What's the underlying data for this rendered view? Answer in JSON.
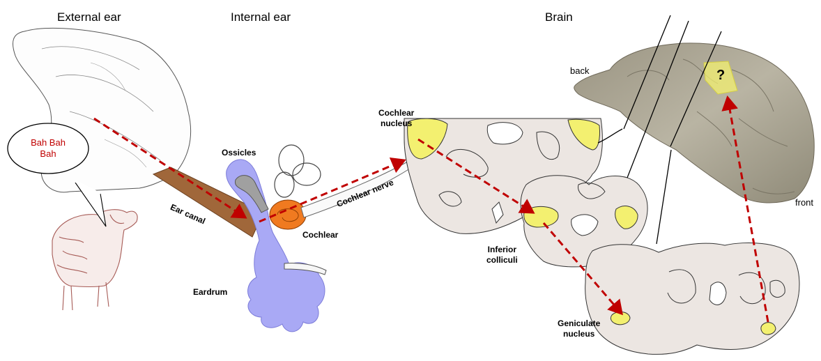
{
  "headers": {
    "external_ear": "External ear",
    "internal_ear": "Internal ear",
    "brain": "Brain"
  },
  "speech": {
    "line1": "Bah Bah",
    "line2": "Bah"
  },
  "labels": {
    "ossicles": "Ossicles",
    "ear_canal": "Ear canal",
    "cochlear": "Cochlear",
    "eardrum": "Eardrum",
    "cochlear_nerve": "Cochlear nerve",
    "cochlear_nucleus_1": "Cochlear",
    "cochlear_nucleus_2": "nucleus",
    "inferior_colliculi_1": "Inferior",
    "inferior_colliculi_2": "colliculi",
    "geniculate_nucleus_1": "Geniculate",
    "geniculate_nucleus_2": "nucleus",
    "back": "back",
    "front": "front",
    "unknown_region": "?"
  },
  "colors": {
    "pathway_arrow": "#c00000",
    "ear_canal": "#a0673a",
    "eardrum": "#a9a9f5",
    "cochlea": "#f07a20",
    "brain_section_fill": "#ece6e2",
    "nucleus_highlight": "#f3f070",
    "brain_photo": "#a7a08e",
    "sheep_sketch": "#a65a55"
  }
}
